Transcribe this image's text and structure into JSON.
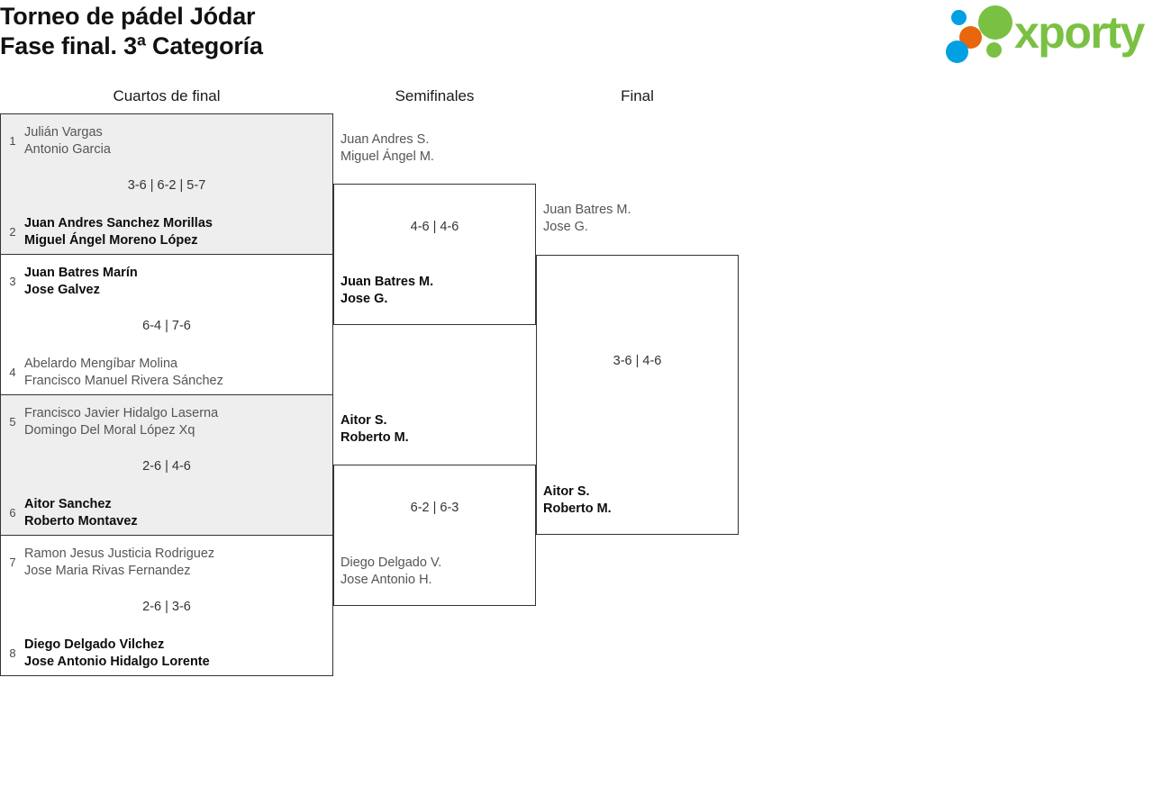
{
  "header": {
    "title_line_1": "Torneo de pádel Jódar",
    "title_line_2": "Fase final. 3ª Categoría"
  },
  "logo": {
    "wordmark": "xporty",
    "colors": {
      "green": "#7ac143",
      "blue": "#00a0e2",
      "orange": "#e8660c"
    }
  },
  "rounds": [
    {
      "label": "Cuartos de final"
    },
    {
      "label": "Semifinales"
    },
    {
      "label": "Final"
    }
  ],
  "quarterfinals": [
    {
      "shaded": true,
      "score": "3-6 | 6-2 | 5-7",
      "top": {
        "seed": "1",
        "player_1": "Julián Vargas",
        "player_2": "Antonio Garcia",
        "result": "loser"
      },
      "bottom": {
        "seed": "2",
        "player_1": "Juan Andres Sanchez Morillas",
        "player_2": "Miguel Ángel Moreno López",
        "result": "winner"
      }
    },
    {
      "shaded": false,
      "score": "6-4 | 7-6",
      "top": {
        "seed": "3",
        "player_1": "Juan Batres Marín",
        "player_2": "Jose Galvez",
        "result": "winner"
      },
      "bottom": {
        "seed": "4",
        "player_1": "Abelardo Mengíbar Molina",
        "player_2": "Francisco Manuel Rivera Sánchez",
        "result": "loser"
      }
    },
    {
      "shaded": true,
      "score": "2-6 | 4-6",
      "top": {
        "seed": "5",
        "player_1": "Francisco Javier Hidalgo Laserna",
        "player_2": "Domingo Del Moral López Xq",
        "result": "loser"
      },
      "bottom": {
        "seed": "6",
        "player_1": "Aitor Sanchez",
        "player_2": "Roberto Montavez",
        "result": "winner"
      }
    },
    {
      "shaded": false,
      "score": "2-6 | 3-6",
      "top": {
        "seed": "7",
        "player_1": "Ramon Jesus Justicia Rodriguez",
        "player_2": "Jose Maria Rivas Fernandez",
        "result": "loser"
      },
      "bottom": {
        "seed": "8",
        "player_1": "Diego Delgado Vilchez",
        "player_2": "Jose Antonio Hidalgo Lorente",
        "result": "winner"
      }
    }
  ],
  "semifinals": [
    {
      "score": "4-6 | 4-6",
      "top": {
        "player_1": "Juan Andres S.",
        "player_2": "Miguel Ángel M.",
        "result": "loser"
      },
      "bottom": {
        "player_1": "Juan Batres M.",
        "player_2": "Jose G.",
        "result": "winner"
      }
    },
    {
      "score": "6-2 | 6-3",
      "top": {
        "player_1": "Aitor S.",
        "player_2": "Roberto M.",
        "result": "winner"
      },
      "bottom": {
        "player_1": "Diego Delgado V.",
        "player_2": "Jose Antonio H.",
        "result": "loser"
      }
    }
  ],
  "final": {
    "score": "3-6 | 4-6",
    "top": {
      "player_1": "Juan Batres M.",
      "player_2": "Jose G.",
      "result": "loser"
    },
    "bottom": {
      "player_1": "Aitor S.",
      "player_2": "Roberto M.",
      "result": "winner"
    }
  }
}
